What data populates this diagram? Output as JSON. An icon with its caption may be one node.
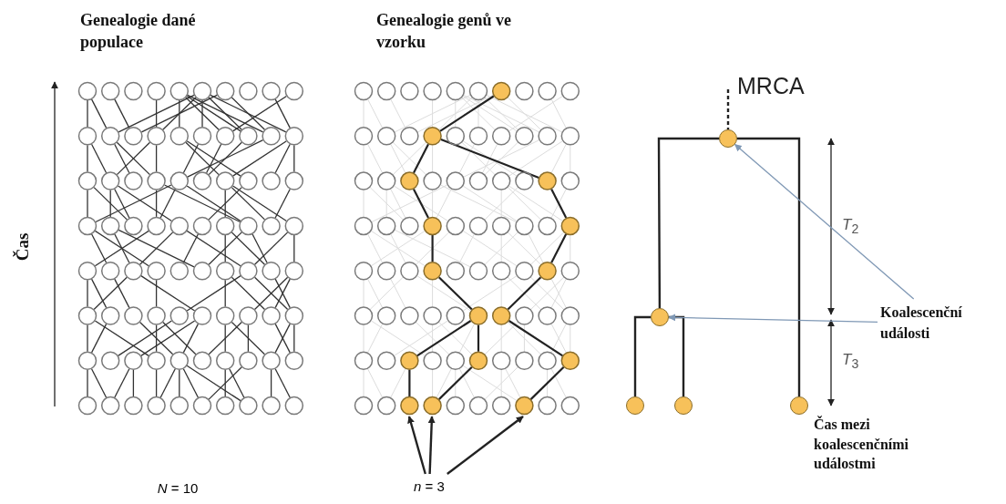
{
  "diagram": {
    "nodes": [
      {
        "text": [],
        "shape": "circle",
        "beside": [
          "MRCA"
        ]
      },
      {
        "text": [
          "Koalescenční události"
        ]
      },
      {
        "text": [],
        "shape": "circle"
      },
      {
        "text": [],
        "shape": "circle"
      },
      {
        "text": [],
        "shape": "circle"
      },
      {
        "text": [],
        "shape": "circle"
      },
      {
        "text": [
          "*n* = 3"
        ]
      }
    ],
    "edges": [
      {
        "from": null,
        "to": 0,
        "arrow": "none",
        "style": "dashed"
      },
      {
        "from": 0,
        "to": 2,
        "arrow": "none"
      },
      {
        "from": 0,
        "to": 5,
        "arrow": "none"
      },
      {
        "from": 2,
        "to": 3,
        "arrow": "none"
      },
      {
        "from": 2,
        "to": 4,
        "arrow": "none"
      },
      {
        "from": 1,
        "to": 0,
        "arrow": "to",
        "color": "#7f98b5"
      },
      {
        "from": 1,
        "to": 2,
        "arrow": "to",
        "color": "#7f98b5"
      },
      {
        "from": 6,
        "to": null,
        "arrow": "to"
      },
      {
        "from": 6,
        "to": null,
        "arrow": "to"
      },
      {
        "from": 6,
        "to": null,
        "arrow": "to"
      }
    ],
    "labels": [
      "Genealogie dané populace",
      "Genealogie genů ve vzorku",
      "Čas",
      "*T*$_{2}$",
      "*T*$_{3}$",
      "*N* = 10",
      "Čas mezi koalescenčními událostmi"
    ]
  }
}
